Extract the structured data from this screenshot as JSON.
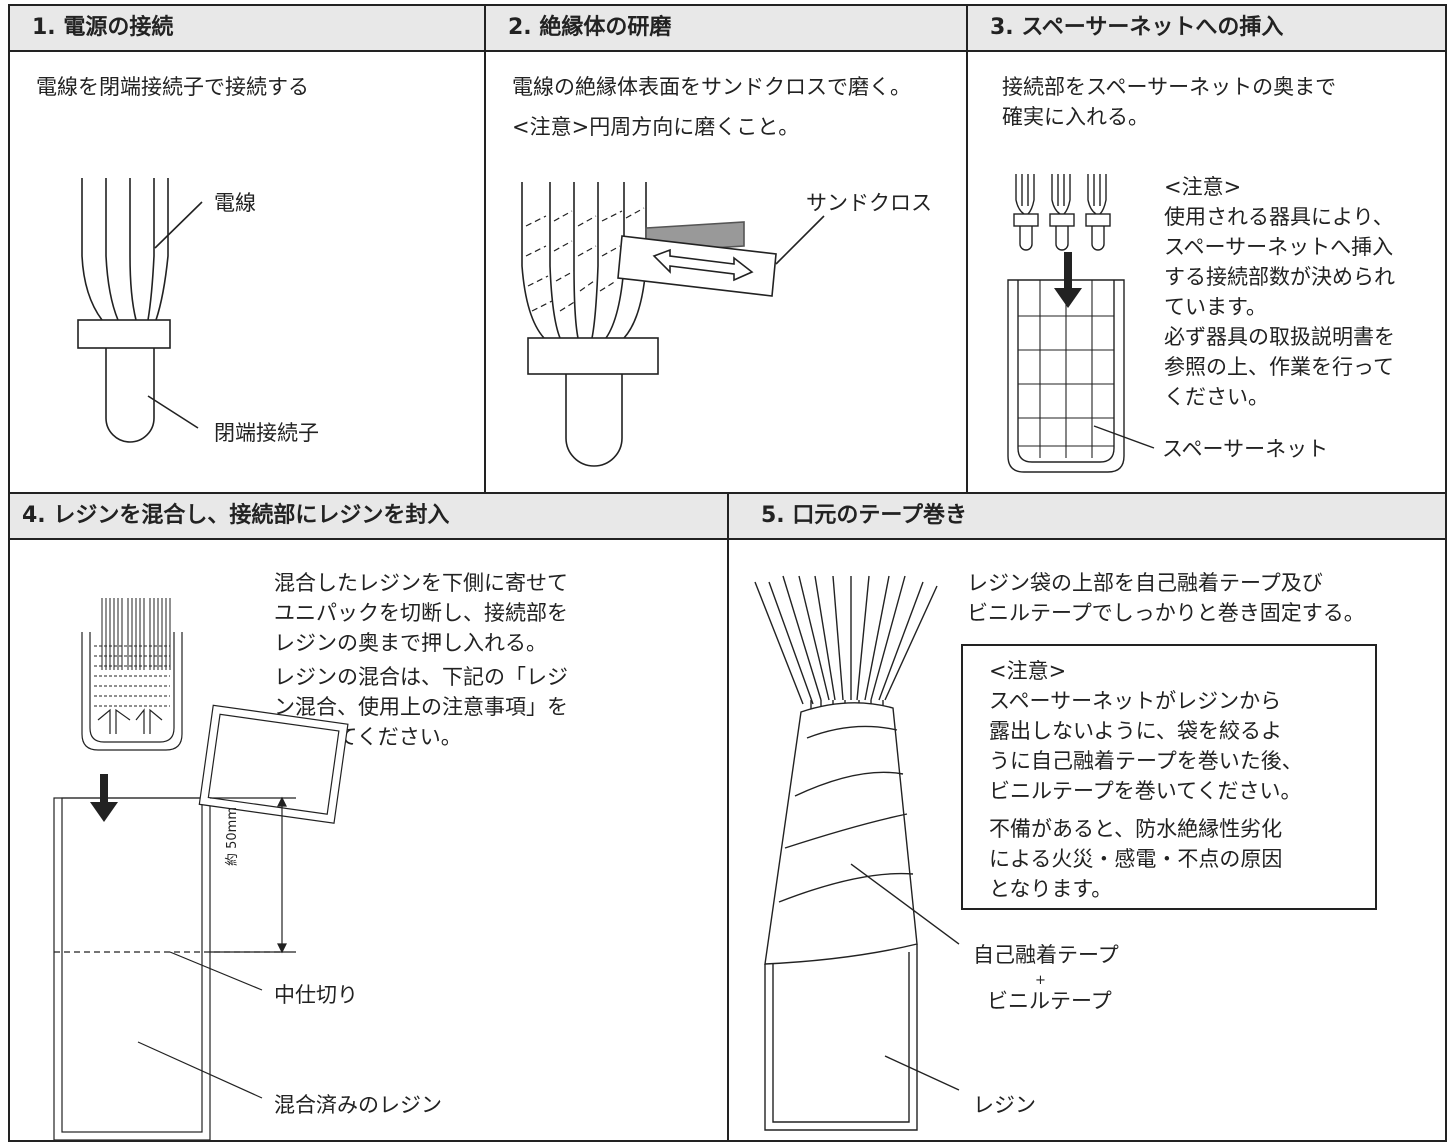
{
  "panels": {
    "p1": {
      "title": "1. 電源の接続",
      "instruction": "電線を閉端接続子で接続する",
      "label_wire": "電線",
      "label_connector": "閉端接続子"
    },
    "p2": {
      "title": "2. 絶縁体の研磨",
      "instruction": "電線の絶縁体表面をサンドクロスで磨く。",
      "caution": "<注意>円周方向に磨くこと。",
      "label_sandcloth": "サンドクロス"
    },
    "p3": {
      "title": "3. スペーサーネットへの挿入",
      "instruction": "接続部をスペーサーネットの奥まで\n確実に入れる。",
      "caution": "<注意>\n使用される器具により、\nスペーサーネットへ挿入\nする接続部数が決められ\nています。\n必ず器具の取扱説明書を\n参照の上、作業を行って\nください。",
      "label_spacer": "スペーサーネット"
    },
    "p4": {
      "title": "4. レジンを混合し、接続部にレジンを封入",
      "instruction": "混合したレジンを下側に寄せて\nユニパックを切断し、接続部を\nレジンの奥まで押し入れる。",
      "note": "レジンの混合は、下記の「レジ\nン混合、使用上の注意事項」を\n参照してください。",
      "dimension": "約 50mm",
      "label_partition": "中仕切り",
      "label_resin": "混合済みのレジン"
    },
    "p5": {
      "title": "5. 口元のテープ巻き",
      "instruction": "レジン袋の上部を自己融着テープ及び\nビニルテープでしっかりと巻き固定する。",
      "caution": "<注意>\nスペーサーネットがレジンから\n露出しないように、袋を絞るよ\nうに自己融着テープを巻いた後、\nビニルテープを巻いてください。",
      "warning": "不備があると、防水絶縁性劣化\nによる火災・感電・不点の原因\nとなります。",
      "label_tape1": "自己融着テープ",
      "label_plus": "+",
      "label_tape2": "ビニルテープ",
      "label_resin": "レジン"
    }
  }
}
